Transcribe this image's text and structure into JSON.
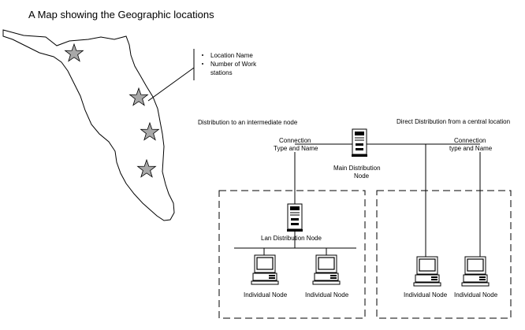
{
  "title": "A Map showing the Geographic locations",
  "legend": {
    "line1": "Location Name",
    "line2": "Number of Work",
    "line3": "stations"
  },
  "labels": {
    "left_heading": "Distribution  to an intermediate node",
    "right_heading": "Direct Distribution from a central location",
    "connection_left_1": "Connection",
    "connection_left_2": "Type and Name",
    "connection_right_1": "Connection",
    "connection_right_2": "type and  Name",
    "main_node_1": "Main Distribution",
    "main_node_2": "Node",
    "lan_node": "Lan Distribution Node",
    "individual_node": "Individual Node"
  },
  "icons": {
    "location_marker": "star-icon",
    "server": "server-tower-icon",
    "workstation": "computer-workstation-icon"
  },
  "colors": {
    "star_fill": "#a8a8a8",
    "line": "#000000",
    "background": "#ffffff"
  }
}
